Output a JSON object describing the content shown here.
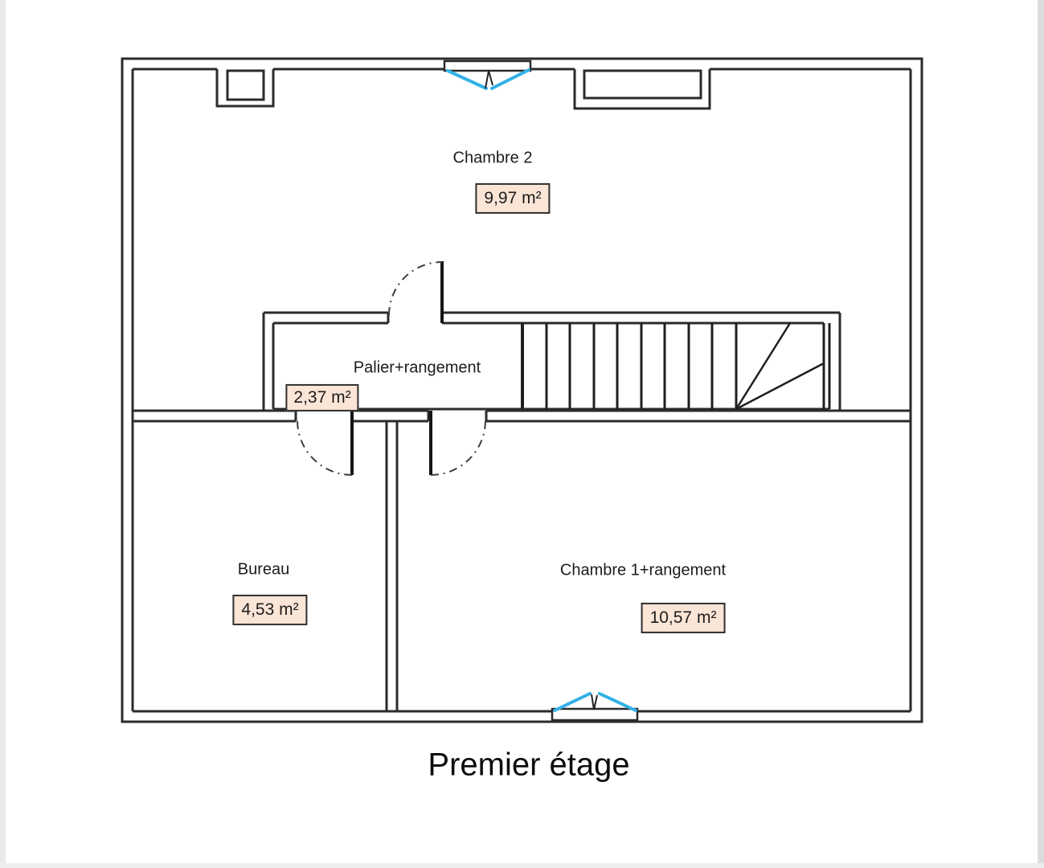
{
  "page": {
    "title": "Premier étage"
  },
  "rooms": [
    {
      "id": "chambre2",
      "name": "Chambre 2",
      "area": "9,97 m²"
    },
    {
      "id": "palier",
      "name": "Palier+rangement",
      "area": "2,37 m²"
    },
    {
      "id": "bureau",
      "name": "Bureau",
      "area": "4,53 m²"
    },
    {
      "id": "chambre1",
      "name": "Chambre 1+rangement",
      "area": "10,57 m²"
    }
  ],
  "colors": {
    "wall": "#2b2b2b",
    "window_accent": "#33b1e6",
    "badge_fill": "#fbe5d6",
    "badge_border": "#2f2f2f"
  }
}
